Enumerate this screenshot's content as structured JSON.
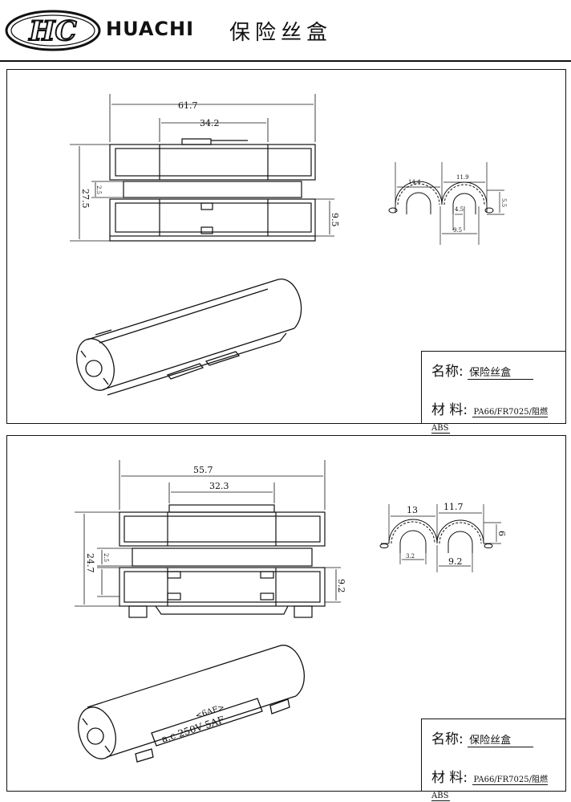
{
  "header": {
    "logo_text": "HC",
    "brand": "HUACHI",
    "title": "保险丝盒"
  },
  "panels": [
    {
      "dims": {
        "overall_width": "61.7",
        "inner_width": "34.2",
        "height_total": "27.5",
        "gap": "2.5",
        "lower_height": "9.5",
        "arc_left": "14.4",
        "arc_right": "11.9",
        "arc_bottom_inner": "4.5",
        "arc_bottom_outer": "9.5",
        "arc_height": "5.5"
      },
      "name_label": "名称:",
      "name_value": "保险丝盒",
      "material_label": "材 料:",
      "material_value": "PA66/FR7025/阻燃ABS"
    },
    {
      "dims": {
        "overall_width": "55.7",
        "inner_width": "32.3",
        "height_total": "24.7",
        "gap": "2.5",
        "lower_height": "9.2",
        "arc_left": "13",
        "arc_right": "11.7",
        "arc_height": "6",
        "arc_bottom_inner": "3.2",
        "arc_bottom_outer": "9.2"
      },
      "barrel_label_top": "<6AF>",
      "barrel_label_main": "a.c 250V  5AF",
      "name_label": "名称:",
      "name_value": "保险丝盒",
      "material_label": "材 料:",
      "material_value": "PA66/FR7025/阻燃ABS"
    }
  ]
}
